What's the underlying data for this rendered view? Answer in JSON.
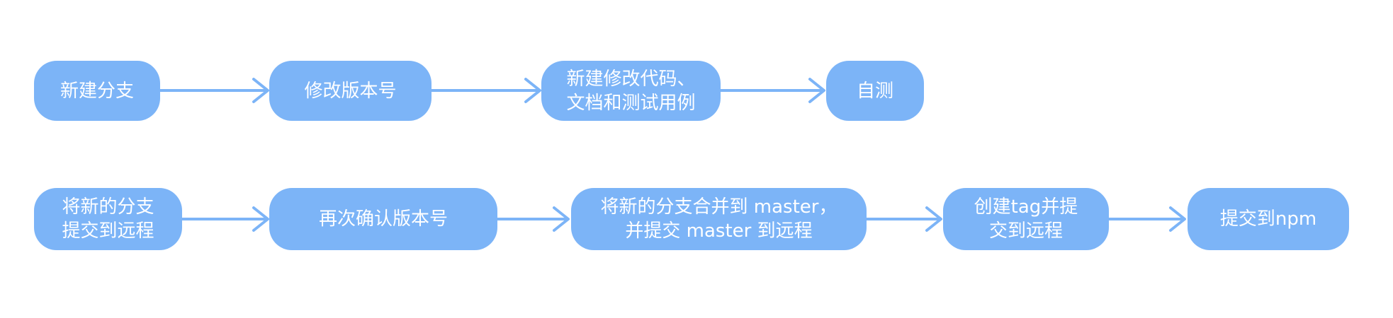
{
  "diagram": {
    "colors": {
      "node_fill": "#7cb4f7",
      "node_text": "#ffffff",
      "arrow": "#7cb4f7"
    },
    "row1": [
      {
        "id": "n1",
        "lines": [
          "新建分支"
        ]
      },
      {
        "id": "n2",
        "lines": [
          "修改版本号"
        ]
      },
      {
        "id": "n3",
        "lines": [
          "新建修改代码、",
          "文档和测试用例"
        ]
      },
      {
        "id": "n4",
        "lines": [
          "自测"
        ]
      }
    ],
    "row2": [
      {
        "id": "m1",
        "lines": [
          "将新的分支",
          "提交到远程"
        ]
      },
      {
        "id": "m2",
        "lines": [
          "再次确认版本号"
        ]
      },
      {
        "id": "m3",
        "lines": [
          "将新的分支合并到 master，",
          "并提交 master 到远程"
        ]
      },
      {
        "id": "m4",
        "lines": [
          "创建tag并提",
          "交到远程"
        ]
      },
      {
        "id": "m5",
        "lines": [
          "提交到npm"
        ]
      }
    ],
    "edges": [
      [
        "n1",
        "n2"
      ],
      [
        "n2",
        "n3"
      ],
      [
        "n3",
        "n4"
      ],
      [
        "m1",
        "m2"
      ],
      [
        "m2",
        "m3"
      ],
      [
        "m3",
        "m4"
      ],
      [
        "m4",
        "m5"
      ]
    ]
  }
}
